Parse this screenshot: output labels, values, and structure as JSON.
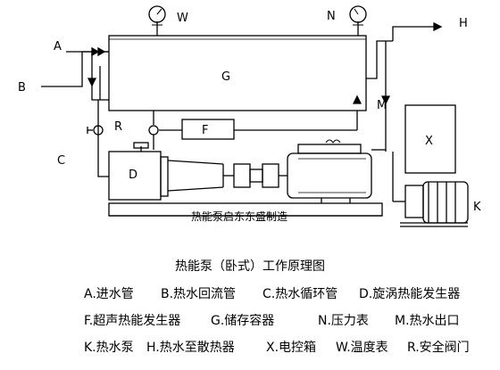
{
  "diagram": {
    "labels": {
      "A": "A",
      "B": "B",
      "C": "C",
      "D": "D",
      "F": "F",
      "G": "G",
      "H": "H",
      "K": "K",
      "M": "M",
      "N": "N",
      "R": "R",
      "W": "W",
      "X": "X"
    },
    "base_text": "热能泵启东东盛制造"
  },
  "caption": {
    "title": "热能泵（卧式）工作原理图",
    "legend": [
      [
        "A.进水管",
        "B.热水回流管",
        "C.热水循环管",
        "D.旋涡热能发生器"
      ],
      [
        "F.超声热能发生器",
        "G.储存容器",
        "N.压力表",
        "M.热水出口"
      ],
      [
        "K.热水泵",
        "H.热水至散热器",
        "X.电控箱",
        "W.温度表",
        "R.安全阀门"
      ]
    ]
  }
}
